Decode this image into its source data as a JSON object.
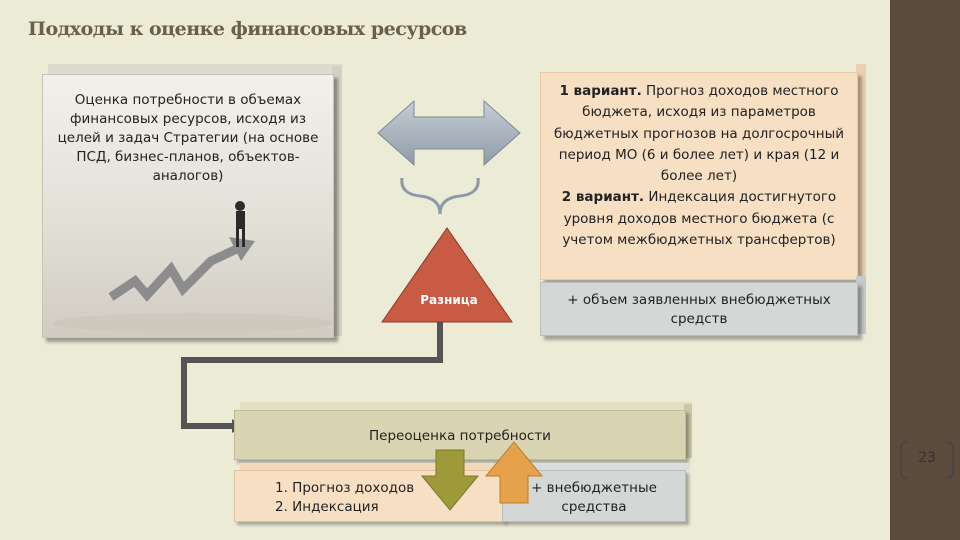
{
  "title": "Подходы к оценке финансовых ресурсов",
  "left_panel": {
    "text": "Оценка потребности в объемах финансовых ресурсов, исходя из целей и задач Стратегии (на основе ПСД, бизнес-планов, объектов-аналогов)"
  },
  "right_panel": {
    "variant1_label": "1 вариант.",
    "variant1_text": " Прогноз доходов местного бюджета, исходя из параметров бюджетных прогнозов на долгосрочный период МО (6 и более лет) и края (12 и более лет)",
    "variant2_label": "2 вариант.",
    "variant2_text": " Индексация достигнутого уровня доходов местного бюджета (с учетом межбюджетных трансфертов)"
  },
  "extra_panel": {
    "text": "+ объем заявленных внебюджетных средств"
  },
  "difference_label": "Разница",
  "revaluation": {
    "text": "Переоценка потребности"
  },
  "forecast": {
    "line1": "1. Прогноз доходов",
    "line2": "2. Индексация"
  },
  "budget_extra": {
    "text": "+ внебюджетные средства"
  },
  "page_number": "23",
  "colors": {
    "title": "#6a6048",
    "sidebar": "#5a4b3c",
    "peach": "#f7dfc3",
    "gray_box": "#d3d8d6",
    "khaki_box": "#d9d5b2",
    "triangle": "#c95a43",
    "arrow_down": "#9e9a3a",
    "arrow_up": "#e6a24a"
  }
}
